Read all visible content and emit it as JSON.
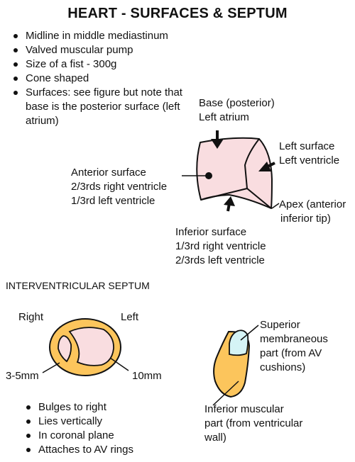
{
  "title": "HEART - SURFACES & SEPTUM",
  "intro_bullets": [
    "Midline in middle mediastinum",
    "Valved muscular pump",
    "Size of a fist - 300g",
    "Cone shaped",
    "Surfaces: see figure but note that base is the posterior surface (left atrium)"
  ],
  "heart_labels": {
    "base": [
      "Base (posterior)",
      "Left atrium"
    ],
    "left_surface": [
      "Left surface",
      "Left ventricle"
    ],
    "anterior": [
      "Anterior surface",
      "2/3rds right ventricle",
      "1/3rd left ventricle"
    ],
    "apex": [
      "Apex (anterior",
      "inferior tip)"
    ],
    "inferior": [
      "Inferior surface",
      "1/3rd right ventricle",
      "2/3rds left ventricle"
    ]
  },
  "septum_heading": "INTERVENTRICULAR SEPTUM",
  "cross_section_labels": {
    "right": "Right",
    "left": "Left",
    "thin": "3-5mm",
    "thick": "10mm"
  },
  "septum_bullets": [
    "Bulges to right",
    "Lies vertically",
    "In coronal plane",
    "Attaches to AV rings"
  ],
  "septum_parts": {
    "superior": [
      "Superior",
      "membraneous",
      "part (from AV",
      "cushions)"
    ],
    "inferior": [
      "Inferior muscular",
      "part (from ventricular",
      "wall)"
    ]
  },
  "colors": {
    "heart_fill": "#f9dde0",
    "muscle_fill": "#fcc55c",
    "membrane_fill": "#d5f4f6",
    "stroke": "#111111"
  }
}
